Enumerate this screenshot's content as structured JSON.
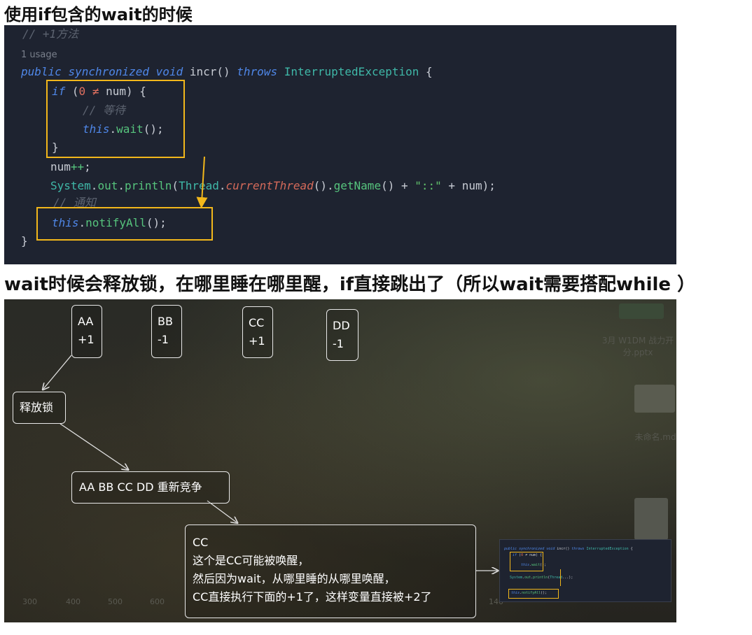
{
  "title1": "使用if包含的wait的时候",
  "title2": "wait时候会释放锁，在哪里睡在哪里醒，if直接跳出了（所以wait需要搭配while ）",
  "code": {
    "comment_method": "// +1方法",
    "usage": "1 usage",
    "kw_public": "public",
    "kw_synchronized": "synchronized",
    "kw_void": "void",
    "method_name": "incr",
    "paren_open_close": "()",
    "kw_throws": "throws",
    "exception": "InterruptedException",
    "brace_open": "{",
    "kw_if": "if",
    "num_zero": "0",
    "neq": "≠",
    "var_num": "num",
    "comment_wait": "// 等待",
    "kw_this": "this",
    "call_wait": "wait",
    "brace_close": "}",
    "increment": "++",
    "system": "System",
    "out": "out",
    "println": "println",
    "thread": "Thread",
    "current_thread": "currentThread",
    "get_name": "getName",
    "str_sep": "\"::\"",
    "comment_notify": "// 通知",
    "notify_all": "notifyAll"
  },
  "diagram": {
    "threads": [
      {
        "name": "AA",
        "op": "+1"
      },
      {
        "name": "BB",
        "op": "-1"
      },
      {
        "name": "CC",
        "op": "+1"
      },
      {
        "name": "DD",
        "op": "-1"
      }
    ],
    "release_lock": "释放锁",
    "recompete": "AA BB CC DD 重新竞争",
    "cc_note": {
      "title": "CC",
      "line1": "这个是CC可能被唤醒，",
      "line2": "然后因为wait，从哪里睡的从哪里唤醒，",
      "line3": "CC直接执行下面的+1了，这样变量直接被+2了"
    },
    "ruler": [
      "300",
      "400",
      "500",
      "600",
      "140"
    ],
    "bg_file1": "3月 W1DM 战力开\n分.pptx",
    "bg_file2": "未命名.md"
  },
  "colors": {
    "highlight": "#f2b71b",
    "code_bg": "#1e2330",
    "keyword": "#4f87e8",
    "function": "#56c47d",
    "class": "#3fb8a8"
  }
}
